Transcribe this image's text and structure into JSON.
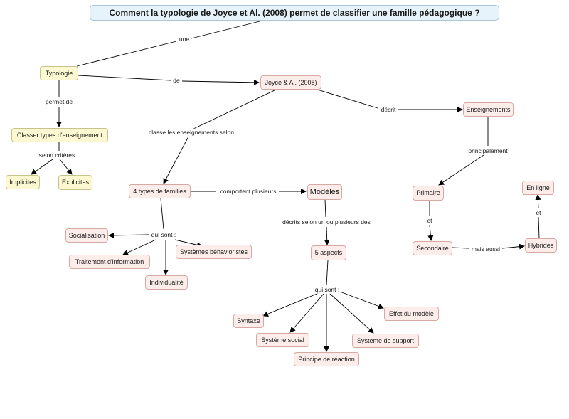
{
  "colors": {
    "title_bg": "#e6f3fa",
    "yellow_concept_bg": "#fcf9d2",
    "pink_concept_bg": "#fcedea",
    "line": "#000000"
  },
  "concepts": {
    "title": "Comment la typologie de Joyce et Al. (2008) permet de classifier une famille pédagogique ?",
    "typologie": "Typologie",
    "joyce": "Joyce & Al. (2008)",
    "classer": "Classer types d'enseignement",
    "implicites": "Implicites",
    "explicites": "Explicites",
    "enseignements": "Enseignements",
    "quatre_types": "4 types de familles",
    "modeles": "Modèles",
    "socialisation": "Socialisation",
    "traitement": "Traitement d'information",
    "behavioristes": "Systèmes béhavioristes",
    "individualite": "Individualité",
    "cinq_aspects": "5 aspects",
    "syntaxe": "Syntaxe",
    "systeme_social": "Système social",
    "principe": "Principe de réaction",
    "systeme_support": "Système de support",
    "effet": "Effet du modèle",
    "primaire": "Primaire",
    "secondaire": "Secondaire",
    "hybrides": "Hybrides",
    "en_ligne": "En ligne"
  },
  "links": {
    "une": "une",
    "de": "de",
    "permet_de": "permet de",
    "selon_criteres": "selon critères",
    "decrit": "décrit",
    "classe_selon": "classe les enseignements selon",
    "comportent": "comportent plusieurs",
    "qui_sont_1": "qui sont :",
    "decrits_selon": "décrits selon un ou plusieurs des",
    "qui_sont_2": "qui sont :",
    "principalement": "principalement",
    "et_1": "et",
    "mais_aussi": "mais aussi",
    "et_2": "et"
  }
}
